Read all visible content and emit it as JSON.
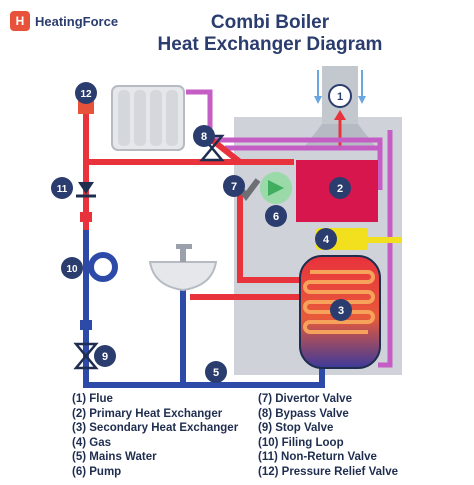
{
  "brand": {
    "name": "HeatingForce",
    "logo_letter": "H"
  },
  "title": {
    "line1": "Combi Boiler",
    "line2": "Heat Exchanger Diagram"
  },
  "markers": [
    "1",
    "2",
    "3",
    "4",
    "5",
    "6",
    "7",
    "8",
    "9",
    "10",
    "11",
    "12"
  ],
  "legend_left": [
    "(1) Flue",
    "(2) Primary Heat Exchanger",
    "(3) Secondary Heat Exchanger",
    "(4) Gas",
    "(5) Mains Water",
    "(6) Pump"
  ],
  "legend_right": [
    "(7) Divertor Valve",
    "(8) Bypass Valve",
    "(9) Stop Valve",
    "(10) Filing Loop",
    "(11) Non-Return Valve",
    "(12) Pressure Relief Valve"
  ],
  "colors": {
    "hot": "#e8323c",
    "cold": "#2e4aa8",
    "return": "#c45ec4",
    "gas": "#f2e01e",
    "casing": "#cfd2d8",
    "marker": "#2b3c6e",
    "relief": "#e8523a"
  }
}
